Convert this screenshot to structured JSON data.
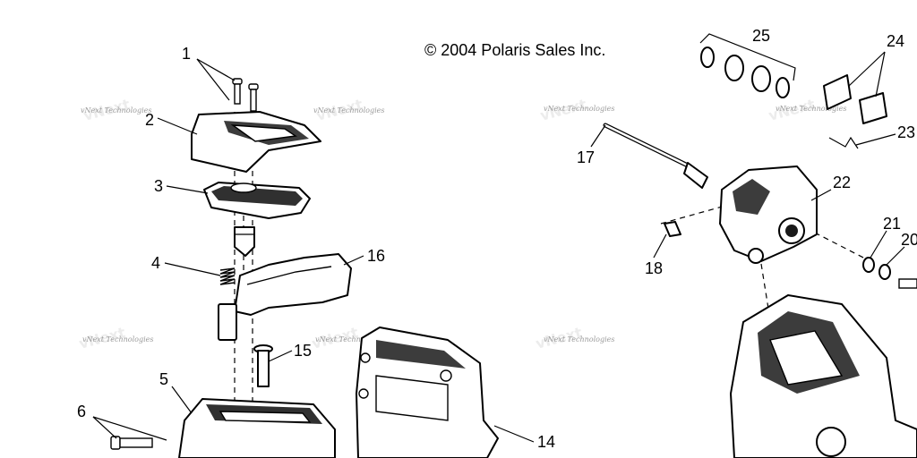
{
  "copyright": "© 2004 Polaris Sales Inc.",
  "watermark": "vNext Technologies",
  "callouts": [
    "1",
    "2",
    "3",
    "4",
    "5",
    "6",
    "14",
    "15",
    "16",
    "17",
    "18",
    "20",
    "21",
    "22",
    "23",
    "24",
    "25"
  ]
}
